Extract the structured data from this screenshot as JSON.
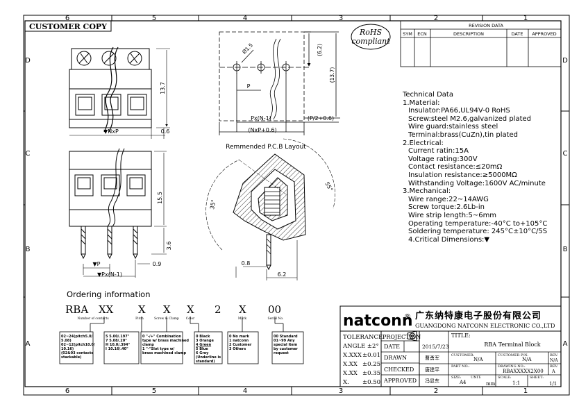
{
  "grid": {
    "top_cols": [
      "6",
      "5",
      "4",
      "3",
      "2",
      "1"
    ],
    "bottom_cols": [
      "6",
      "5",
      "4",
      "3",
      "2",
      "1"
    ],
    "left_rows": [
      "D",
      "C",
      "B",
      "A"
    ],
    "right_rows": [
      "D",
      "C",
      "B",
      "A"
    ]
  },
  "customer_copy": "CUSTOMER COPY",
  "rohs": {
    "line1": "RoHS",
    "line2": "compliant"
  },
  "revision": {
    "title": "REVISION DATA",
    "headers": [
      "SYM",
      "ECN",
      "DESCRIPTION",
      "DATE",
      "APPROVED"
    ]
  },
  "dims": {
    "d_15": "Ø1.5",
    "d_62": "(6.2)",
    "d_137v": "(13.7)",
    "d_p": "P",
    "d_pxn1": "Px(N-1)",
    "d_p2": "(P/2+0.6)",
    "d_nxp06": "(NxP+0.6)",
    "top_137": "13.7",
    "nxp": "▼NxP",
    "d_06": "0.6",
    "d_155": "15.5",
    "d_36": "3.6",
    "d_pbot": "▼P",
    "d_09": "0.9",
    "d_pxn1b": "▼Px(N-1)",
    "d_08": "0.8",
    "d_62b": "6.2",
    "a35": "35°",
    "a55": "55°",
    "pcb_label": "Remmended P.C.B Layout"
  },
  "technical": {
    "title": "Technical Data",
    "lines": [
      "1.Material:",
      "Insulator:PA66,UL94V-0 RoHS",
      "Screw:steel M2.6,galvanized plated",
      "Wire guard:stainless steel",
      "Terminal:brass(CuZn),tin plated",
      "2.Electrical:",
      "Current ratin:15A",
      "Voltage rating:300V",
      "Contact resistance:≤20mΩ",
      "Insulation resistance:≥5000MΩ",
      "Withstanding Voltage:1600V AC/minute",
      "3.Mechanical:",
      "Wire range:22~14AWG",
      "Screw torque:2.6Lb-in",
      "Wire strip length:5~6mm",
      "Operating temperature:-40°C to+105°C",
      "Soldering temperature: 245°C±10°C/5S",
      "4.Critical Dimensions:▼"
    ]
  },
  "ordering": {
    "title": "Ordering information",
    "code": [
      "RBA",
      "XX",
      "X",
      "X",
      "X",
      "2",
      "X",
      "00"
    ],
    "captions": [
      "Number of contacts",
      "Pitch",
      "Screw & Clamp",
      "Color",
      "Mark",
      "Serial No."
    ],
    "box1": [
      "02~24(pitch5.0/",
      "5.08)",
      "02~12(pitch10.0/",
      "10.16)",
      "(02&03 contacts",
      "stackable)"
    ],
    "box2": [
      "5 5.00/.197\"",
      "7 5.08/.20\"",
      "H 10.0/.394\"",
      "I 10.16/.40\""
    ],
    "box3": [
      "0 \"-/+\" Combination",
      "type w/ brass machined",
      "clamp",
      "1 \"-\"Slot type w/",
      "brass machined clamp"
    ],
    "box4": [
      "0 Black",
      "3 Orange",
      "4 Green",
      "5 Blue",
      "6 Grey",
      "(Underline is",
      "standard)"
    ],
    "box5": [
      "0 No mark",
      "1 natconn",
      "2 Customer",
      "3 Others"
    ],
    "box6": [
      "00 Standard",
      "01~99 Any",
      "special item",
      "by customer",
      "request"
    ]
  },
  "company": {
    "logo": "natconn",
    "reg": "®",
    "name_cn": "广东纳特康电子股份有限公司",
    "name_en": "GUANGDONG NATCONN ELECTRONIC CO.,LTD"
  },
  "title_block": {
    "tolerance": "TOLERANCE:",
    "angle": "ANGLE ±2°",
    "tols": [
      [
        "X.XXX",
        "±0.01"
      ],
      [
        "X.XX",
        "±0.25"
      ],
      [
        "X.XX",
        "±0.35"
      ],
      [
        "X.",
        "±0.50"
      ]
    ],
    "projection": "PROJECTION",
    "date_label": "DATE",
    "date_value": "2015/7/23",
    "drawn_label": "DRAWN",
    "drawn_value": "曹勇军",
    "checked_label": "CHECKED",
    "checked_value": "唐建平",
    "approved_label": "APPROVED",
    "approved_value": "冯显东",
    "title_label": "TITLE:",
    "title_value": "RBA Terminal Block",
    "customer_label": "CUSTOMER:",
    "customer_value": "N/A",
    "customer_pn_label": "CUSTOMER P/N:",
    "customer_pn_value": "N/A",
    "rev_label": "REV.",
    "rev_value1": "N/A",
    "part_no_label": "PART NO.:",
    "drawing_no_label": "DRAWING NO.:",
    "drawing_no_value": "RBAXXXXX2X00",
    "rev_value2": "A",
    "size_label": "SIZE:",
    "size_value": "A4",
    "unit_label": "UNIT:",
    "unit_value": "mm",
    "scale_label": "SCALE:",
    "scale_value": "1:1",
    "sheet_label": "SHEET:",
    "sheet_value": "1/1"
  }
}
